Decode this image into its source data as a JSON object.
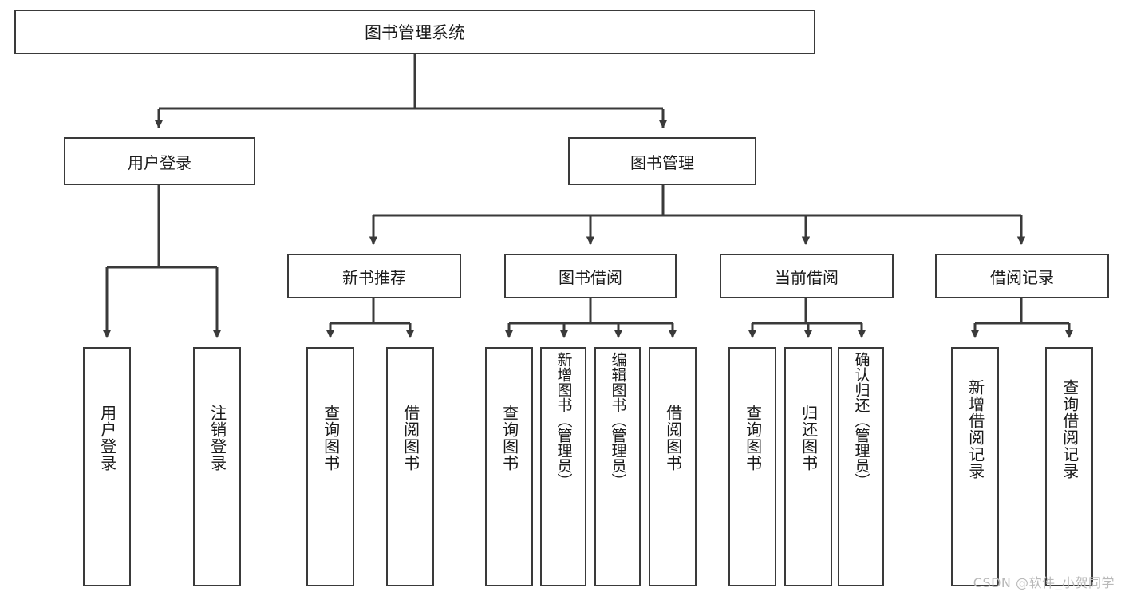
{
  "diagram": {
    "title": "图书管理系统",
    "type": "tree",
    "root": {
      "label": "图书管理系统"
    },
    "level2": [
      {
        "label": "用户登录"
      },
      {
        "label": "图书管理"
      }
    ],
    "level3": [
      {
        "label": "新书推荐"
      },
      {
        "label": "图书借阅"
      },
      {
        "label": "当前借阅"
      },
      {
        "label": "借阅记录"
      }
    ],
    "leaves": {
      "user_login": [
        {
          "label": "用户登录"
        },
        {
          "label": "注销登录"
        }
      ],
      "new_book_recommend": [
        {
          "label": "查询图书"
        },
        {
          "label": "借阅图书"
        }
      ],
      "book_borrow": [
        {
          "label": "查询图书"
        },
        {
          "label": "新增图书（管理员）"
        },
        {
          "label": "编辑图书（管理员）"
        },
        {
          "label": "借阅图书"
        }
      ],
      "current_borrow": [
        {
          "label": "查询图书"
        },
        {
          "label": "归还图书"
        },
        {
          "label": "确认归还（管理员）"
        }
      ],
      "borrow_record": [
        {
          "label": "新增借阅记录"
        },
        {
          "label": "查询借阅记录"
        }
      ]
    }
  },
  "watermark": {
    "text": "CSDN @软件_小贺同学"
  },
  "colors": {
    "box_border": "#3a3a3a",
    "box_fill": "#ffffff",
    "text": "#1a1a1a",
    "connector": "#3a3a3a",
    "watermark": "#b9b9b9",
    "background": "#ffffff"
  }
}
